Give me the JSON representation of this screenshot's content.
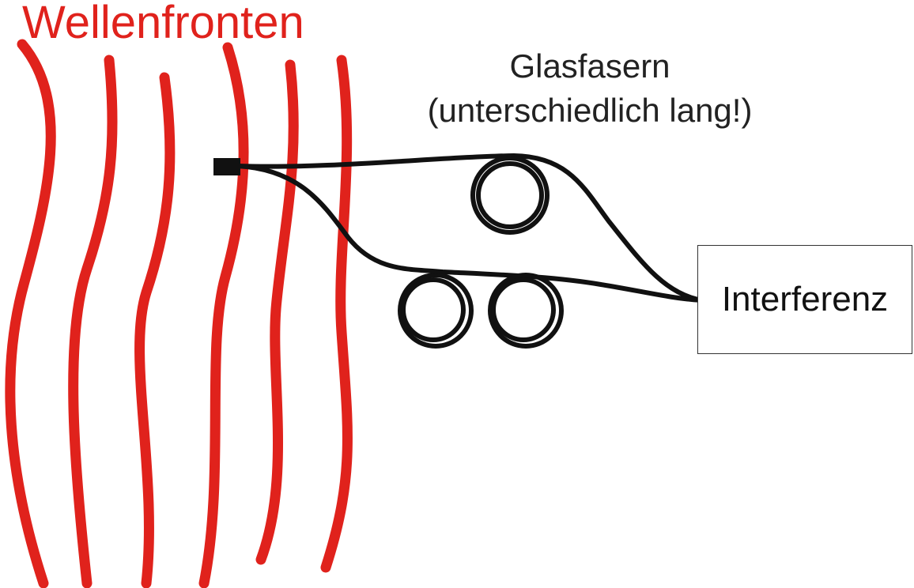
{
  "title": "Wellenfronten",
  "fiber_label": {
    "line1": "Glasfasern",
    "line2": "(unterschiedlich lang!)"
  },
  "box_label": "Interferenz",
  "colors": {
    "wavefront": "#e0221c",
    "fiber": "#111111",
    "text": "#222222"
  }
}
